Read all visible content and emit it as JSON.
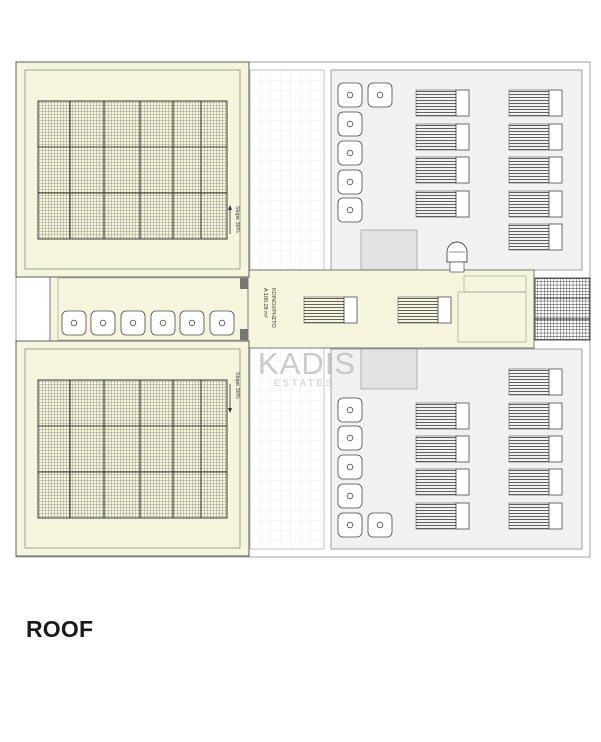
{
  "plan": {
    "slope_label_top": "Slope 30%",
    "slope_label_bottom": "Slope 30%",
    "area_label_name": "ΚΟΙΝΟΧΡΗΣΤΟ",
    "area_label_value": "Α   100.28 m²"
  },
  "watermark": {
    "brand": "KADIS",
    "sub": "ESTATES"
  },
  "footer": {
    "title": "ROOF"
  },
  "colors": {
    "roof_cream": "#f6f4dc",
    "panel_dark": "#4a4a44",
    "floor_gray": "#f2f1f2",
    "line": "#6b6b6b"
  }
}
